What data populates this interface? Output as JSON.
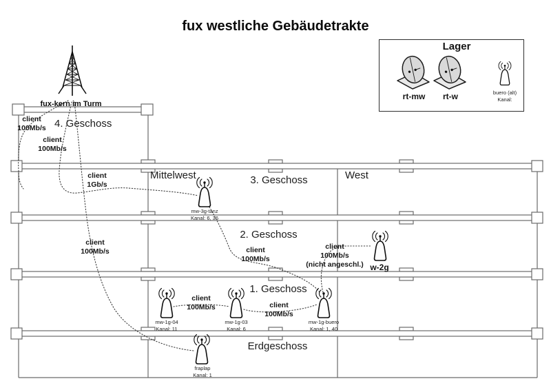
{
  "title": "fux westliche Gebäudetrakte",
  "tower": {
    "label": "fux-kern im Turm"
  },
  "floors": [
    "4. Geschoss",
    "3. Geschoss",
    "2. Geschoss",
    "1. Geschoss",
    "Erdgeschoss"
  ],
  "sections": [
    "Mittelwest",
    "West"
  ],
  "antennas": [
    {
      "name": "mw-3g-tanz",
      "channel": "Kanal: 6, 36"
    },
    {
      "name": "w-2g",
      "channel": ""
    },
    {
      "name": "mw-1g-04",
      "channel": "Kanal: 11"
    },
    {
      "name": "mw-1g-03",
      "channel": "Kanal: 6"
    },
    {
      "name": "mw-1g-buero",
      "channel": "Kanal: 1, 40"
    },
    {
      "name": "fraplap",
      "channel": "Kanal: 1"
    }
  ],
  "links": [
    {
      "lines": [
        "client",
        "100Mb/s"
      ]
    },
    {
      "lines": [
        "client",
        "100Mb/s"
      ]
    },
    {
      "lines": [
        "client",
        "1Gb/s"
      ]
    },
    {
      "lines": [
        "client",
        "100Mb/s"
      ]
    },
    {
      "lines": [
        "client",
        "100Mb/s"
      ]
    },
    {
      "lines": [
        "client",
        "100Mb/s",
        "(nicht angeschl.)"
      ]
    },
    {
      "lines": [
        "client",
        "100Mb/s"
      ]
    },
    {
      "lines": [
        "client",
        "100Mb/s"
      ]
    }
  ],
  "legend": {
    "title": "Lager",
    "items": [
      {
        "label": "rt-mw"
      },
      {
        "label": "rt-w"
      },
      {
        "label": "buero (alt)",
        "sub": "Kanal:"
      }
    ]
  },
  "icons": {
    "tower-icon": "lattice-radio-mast",
    "antenna-icon": "cone-wifi-access-point",
    "dish-icon": "routerboard-dish"
  },
  "colors": {
    "structure": "#6a6a6a",
    "ink": "#111111",
    "background": "#ffffff"
  }
}
